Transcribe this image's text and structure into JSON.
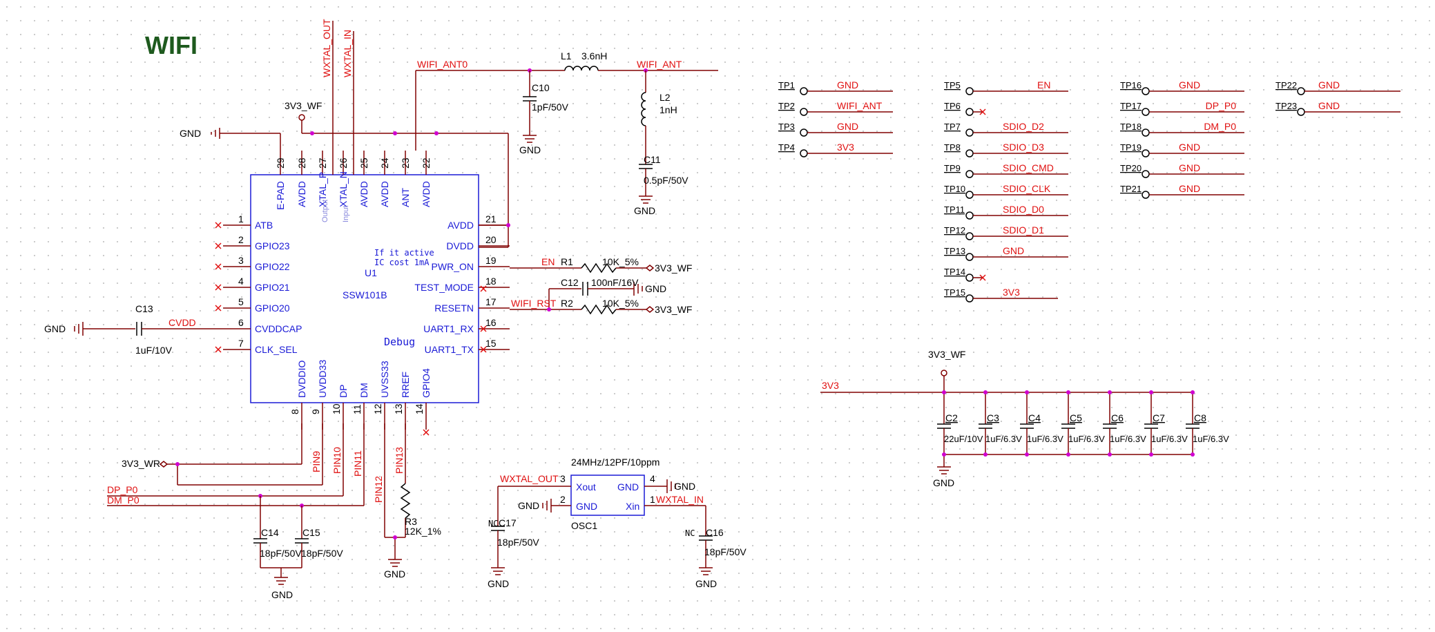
{
  "title": "WIFI",
  "nets": {
    "wxtal_out": "WXTAL_OUT",
    "wxtal_in": "WXTAL_IN",
    "wifi_ant0": "WIFI_ANT0",
    "wifi_ant": "WIFI_ANT",
    "v3v3_wf": "3V3_WF",
    "gnd": "GND",
    "cvdd": "CVDD",
    "en": "EN",
    "wifi_rst": "WIFI_RST",
    "dp_p0": "DP_P0",
    "dm_p0": "DM_P0",
    "v3v3_wr": "3V3_WR",
    "v3v3": "3V3",
    "pin9": "PIN9",
    "pin10": "PIN10",
    "pin11": "PIN11",
    "pin12": "PIN12",
    "pin13": "PIN13"
  },
  "ic": {
    "ref": "U1",
    "part": "SSW101B",
    "debug": "Debug",
    "note_line1": "If it active",
    "note_line2": "IC cost 1mA",
    "xtal_p_sub": "Output",
    "xtal_n_sub": "Input",
    "top_pins": [
      {
        "num": "29",
        "name": "E-PAD"
      },
      {
        "num": "28",
        "name": "AVDD"
      },
      {
        "num": "27",
        "name": "XTAL_P"
      },
      {
        "num": "26",
        "name": "XTAL_N"
      },
      {
        "num": "25",
        "name": "AVDD"
      },
      {
        "num": "24",
        "name": "AVDD"
      },
      {
        "num": "23",
        "name": "ANT"
      },
      {
        "num": "22",
        "name": "AVDD"
      }
    ],
    "left_pins": [
      {
        "num": "1",
        "name": "ATB"
      },
      {
        "num": "2",
        "name": "GPIO23"
      },
      {
        "num": "3",
        "name": "GPIO22"
      },
      {
        "num": "4",
        "name": "GPIO21"
      },
      {
        "num": "5",
        "name": "GPIO20"
      },
      {
        "num": "6",
        "name": "CVDDCAP"
      },
      {
        "num": "7",
        "name": "CLK_SEL"
      }
    ],
    "right_pins": [
      {
        "num": "21",
        "name": "AVDD"
      },
      {
        "num": "20",
        "name": "DVDD"
      },
      {
        "num": "19",
        "name": "PWR_ON"
      },
      {
        "num": "18",
        "name": "TEST_MODE"
      },
      {
        "num": "17",
        "name": "RESETN"
      },
      {
        "num": "16",
        "name": "UART1_RX"
      },
      {
        "num": "15",
        "name": "UART1_TX"
      }
    ],
    "bottom_pins": [
      {
        "num": "8",
        "name": "DVDDIO"
      },
      {
        "num": "9",
        "name": "UVDD33"
      },
      {
        "num": "10",
        "name": "DP"
      },
      {
        "num": "11",
        "name": "DM"
      },
      {
        "num": "12",
        "name": "UVSS33"
      },
      {
        "num": "13",
        "name": "RREF"
      },
      {
        "num": "14",
        "name": "GPIO4"
      }
    ]
  },
  "components": {
    "l1": {
      "ref": "L1",
      "value": "3.6nH"
    },
    "l2": {
      "ref": "L2",
      "value": "1nH"
    },
    "c10": {
      "ref": "C10",
      "value": "1pF/50V"
    },
    "c11": {
      "ref": "C11",
      "value": "0.5pF/50V"
    },
    "c13": {
      "ref": "C13",
      "value": "1uF/10V"
    },
    "r1": {
      "ref": "R1",
      "value": "10K_5%"
    },
    "r2": {
      "ref": "R2",
      "value": "10K_5%"
    },
    "c12": {
      "ref": "C12",
      "value": "100nF/16V"
    },
    "r3": {
      "ref": "R3",
      "value": "12K_1%"
    },
    "c14": {
      "ref": "C14",
      "value": "18pF/50V"
    },
    "c15": {
      "ref": "C15",
      "value": "18pF/50V"
    },
    "c16": {
      "ref": "C16",
      "value": "18pF/50V",
      "nc": "NC"
    },
    "c17": {
      "ref": "C17",
      "value": "18pF/50V",
      "nc": "NC"
    },
    "osc1": {
      "ref": "OSC1",
      "desc": "24MHz/12PF/10ppm",
      "xout": "Xout",
      "gnd": "GND",
      "xin": "Xin",
      "pin1": "1",
      "pin2": "2",
      "pin3": "3",
      "pin4": "4"
    }
  },
  "testpoints": [
    {
      "ref": "TP1",
      "net": "GND"
    },
    {
      "ref": "TP2",
      "net": "WIFI_ANT"
    },
    {
      "ref": "TP3",
      "net": "GND"
    },
    {
      "ref": "TP4",
      "net": "3V3"
    },
    {
      "ref": "TP5",
      "net": "EN"
    },
    {
      "ref": "TP6",
      "net": ""
    },
    {
      "ref": "TP7",
      "net": "SDIO_D2"
    },
    {
      "ref": "TP8",
      "net": "SDIO_D3"
    },
    {
      "ref": "TP9",
      "net": "SDIO_CMD"
    },
    {
      "ref": "TP10",
      "net": "SDIO_CLK"
    },
    {
      "ref": "TP11",
      "net": "SDIO_D0"
    },
    {
      "ref": "TP12",
      "net": "SDIO_D1"
    },
    {
      "ref": "TP13",
      "net": "GND"
    },
    {
      "ref": "TP14",
      "net": ""
    },
    {
      "ref": "TP15",
      "net": "3V3"
    },
    {
      "ref": "TP16",
      "net": "GND"
    },
    {
      "ref": "TP17",
      "net": "DP_P0"
    },
    {
      "ref": "TP18",
      "net": "DM_P0"
    },
    {
      "ref": "TP19",
      "net": "GND"
    },
    {
      "ref": "TP20",
      "net": "GND"
    },
    {
      "ref": "TP21",
      "net": "GND"
    },
    {
      "ref": "TP22",
      "net": "GND"
    },
    {
      "ref": "TP23",
      "net": "GND"
    }
  ],
  "decoupling": [
    {
      "ref": "C2",
      "value": "22uF/10V"
    },
    {
      "ref": "C3",
      "value": "1uF/6.3V"
    },
    {
      "ref": "C4",
      "value": "1uF/6.3V"
    },
    {
      "ref": "C5",
      "value": "1uF/6.3V"
    },
    {
      "ref": "C6",
      "value": "1uF/6.3V"
    },
    {
      "ref": "C7",
      "value": "1uF/6.3V"
    },
    {
      "ref": "C8",
      "value": "1uF/6.3V"
    }
  ],
  "colors": {
    "wire": "#800000",
    "net_label": "#e01010",
    "ic_border": "#1a1ad6",
    "junction": "#d000d0"
  }
}
